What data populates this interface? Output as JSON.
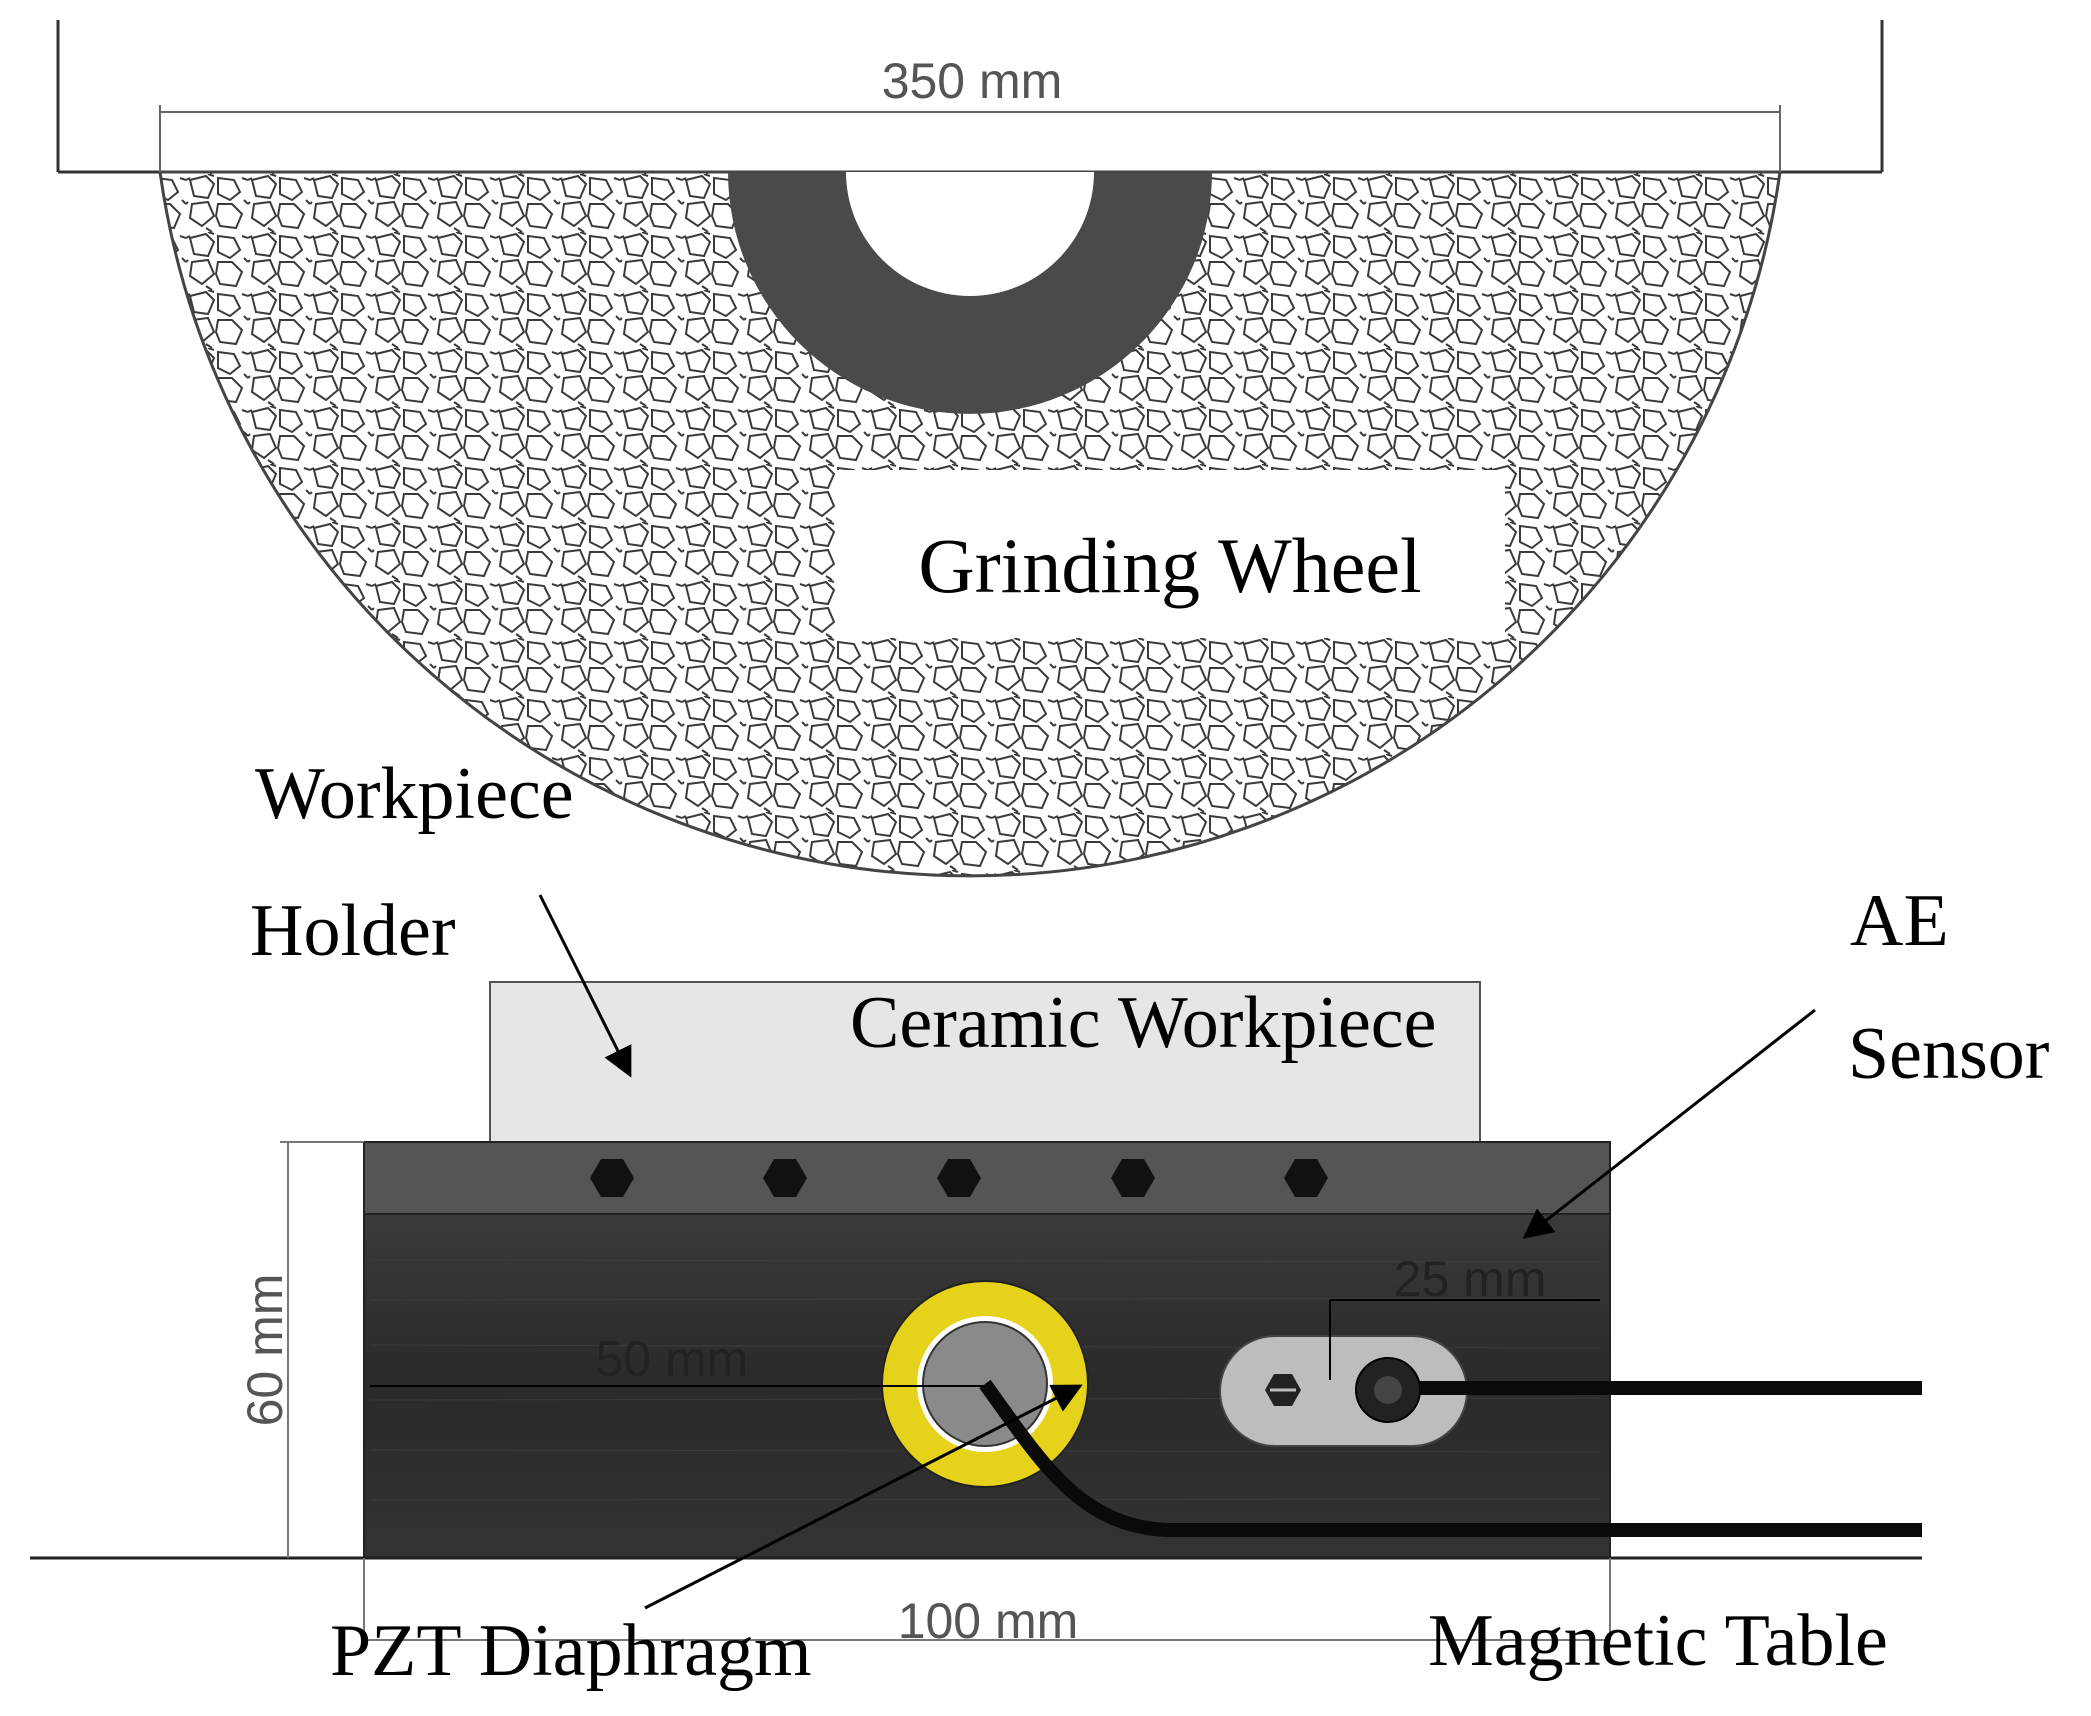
{
  "labels": {
    "grinding_wheel": "Grinding Wheel",
    "workpiece_holder_line1": "Workpiece",
    "workpiece_holder_line2": "Holder",
    "ceramic_workpiece": "Ceramic Workpiece",
    "ae_sensor_line1": "AE",
    "ae_sensor_line2": "Sensor",
    "pzt_diaphragm": "PZT Diaphragm",
    "magnetic_table": "Magnetic Table"
  },
  "dimensions": {
    "wheel_diameter": "350 mm",
    "table_height": "60 mm",
    "table_width": "100 mm",
    "pzt_offset": "50 mm",
    "sensor_offset": "25 mm"
  },
  "colors": {
    "wheel_texture": "#ffffff",
    "wheel_stroke": "#333333",
    "hub": "#4a4a4a",
    "workpiece": "#e6e6e6",
    "table_top": "#555555",
    "table_body": "#2e2e2e",
    "pzt_ring": "#e6d21a",
    "pzt_center": "#8a8a8a",
    "sensor_mount": "#bdbdbd",
    "cable": "#0a0a0a"
  }
}
